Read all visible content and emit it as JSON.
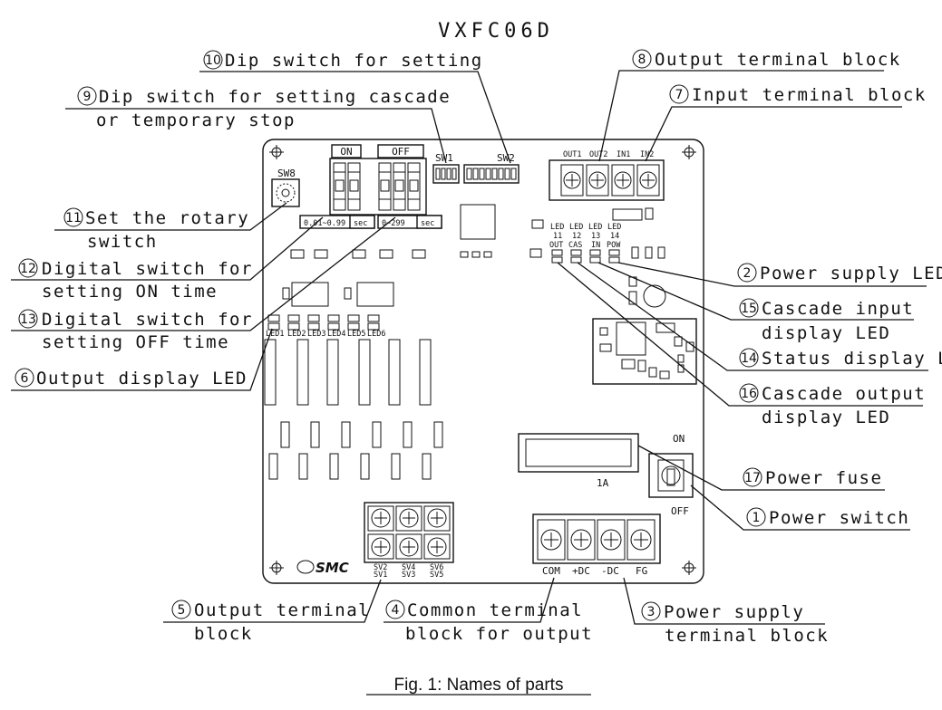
{
  "title": "VXFC06D",
  "caption": "Fig. 1: Names of parts",
  "labels": {
    "l10": {
      "num": "10",
      "text": "Dip switch for setting"
    },
    "l8": {
      "num": "8",
      "text": "Output terminal block"
    },
    "l9": {
      "num": "9",
      "line1": "Dip switch for setting cascade",
      "line2": "or temporary stop"
    },
    "l7": {
      "num": "7",
      "text": "Input terminal block"
    },
    "l11": {
      "num": "11",
      "line1": "Set the rotary",
      "line2": "switch"
    },
    "l12": {
      "num": "12",
      "line1": "Digital switch for",
      "line2": "setting ON time"
    },
    "l13": {
      "num": "13",
      "line1": "Digital switch for",
      "line2": "setting OFF time"
    },
    "l6": {
      "num": "6",
      "text": "Output display LED"
    },
    "l2": {
      "num": "2",
      "text": "Power supply LED"
    },
    "l15": {
      "num": "15",
      "line1": "Cascade input",
      "line2": "display LED"
    },
    "l14": {
      "num": "14",
      "text": "Status display LED"
    },
    "l16": {
      "num": "16",
      "line1": "Cascade output",
      "line2": "display LED"
    },
    "l17": {
      "num": "17",
      "text": "Power fuse"
    },
    "l1": {
      "num": "1",
      "text": "Power switch"
    },
    "l5": {
      "num": "5",
      "line1": "Output terminal",
      "line2": "block"
    },
    "l4": {
      "num": "4",
      "line1": "Common terminal",
      "line2": "block for output"
    },
    "l3": {
      "num": "3",
      "line1": "Power supply",
      "line2": "terminal block"
    }
  },
  "board": {
    "on_label": "ON",
    "off_label": "OFF",
    "sw1": "SW1",
    "sw2": "SW2",
    "sw8": "SW8",
    "on_range": "0.01~0.99",
    "off_range": "0~299",
    "sec": "sec",
    "in_terms": [
      "OUT1",
      "OUT2",
      "IN1",
      "IN2"
    ],
    "status_leds": [
      {
        "l1": "LED",
        "l2": "11",
        "l3": "OUT"
      },
      {
        "l1": "LED",
        "l2": "12",
        "l3": "CAS"
      },
      {
        "l1": "LED",
        "l2": "13",
        "l3": "IN"
      },
      {
        "l1": "LED",
        "l2": "14",
        "l3": "POW"
      }
    ],
    "out_leds": [
      "LED1",
      "LED2",
      "LED3",
      "LED4",
      "LED5",
      "LED6"
    ],
    "fuse": "1A",
    "sw_on": "ON",
    "sw_off": "OFF",
    "out_term_top": [
      "SV2",
      "SV4",
      "SV6"
    ],
    "out_term_bot": [
      "SV1",
      "SV3",
      "SV5"
    ],
    "power_terms": [
      "COM",
      "+DC",
      "-DC",
      "FG"
    ],
    "logo": "SMC"
  }
}
